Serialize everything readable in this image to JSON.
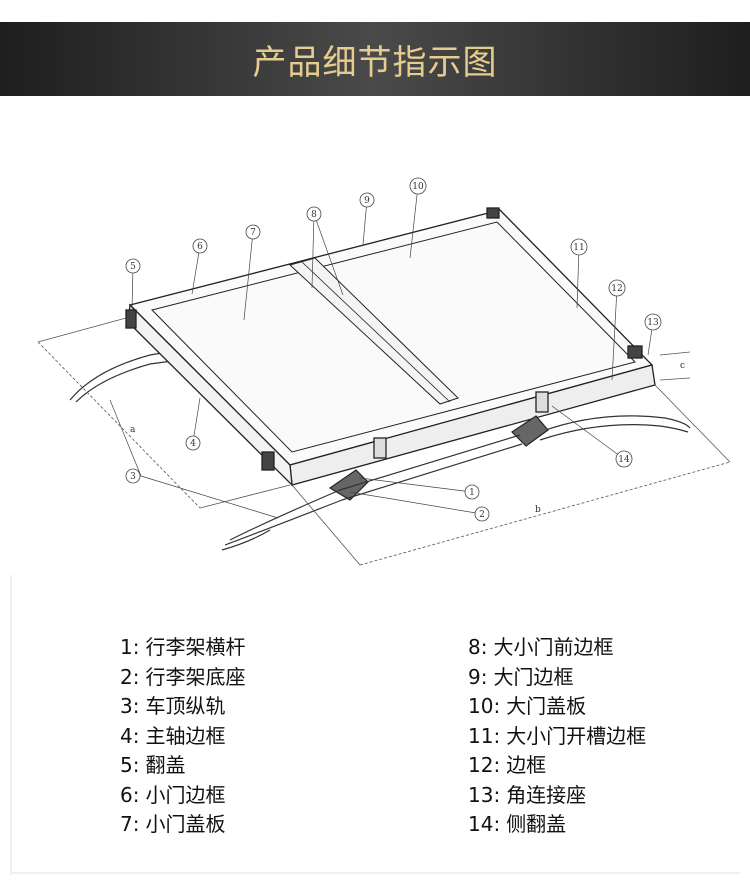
{
  "header": {
    "title": "产品细节指示图"
  },
  "diagram": {
    "callouts": [
      "1",
      "2",
      "3",
      "4",
      "5",
      "6",
      "7",
      "8",
      "9",
      "10",
      "11",
      "12",
      "13",
      "14"
    ],
    "dimensions": [
      "a",
      "b",
      "c"
    ]
  },
  "legend": {
    "left": [
      {
        "num": "1:",
        "label": "行李架横杆"
      },
      {
        "num": "2:",
        "label": "行李架底座"
      },
      {
        "num": "3:",
        "label": "车顶纵轨"
      },
      {
        "num": "4:",
        "label": "主轴边框"
      },
      {
        "num": "5:",
        "label": "翻盖"
      },
      {
        "num": "6:",
        "label": "小门边框"
      },
      {
        "num": "7:",
        "label": "小门盖板"
      }
    ],
    "right": [
      {
        "num": "8:",
        "label": "大小门前边框"
      },
      {
        "num": "9:",
        "label": "大门边框"
      },
      {
        "num": "10:",
        "label": "大门盖板"
      },
      {
        "num": "11:",
        "label": "大小门开槽边框"
      },
      {
        "num": "12:",
        "label": "边框"
      },
      {
        "num": "13:",
        "label": "角连接座"
      },
      {
        "num": "14:",
        "label": "侧翻盖"
      }
    ]
  }
}
